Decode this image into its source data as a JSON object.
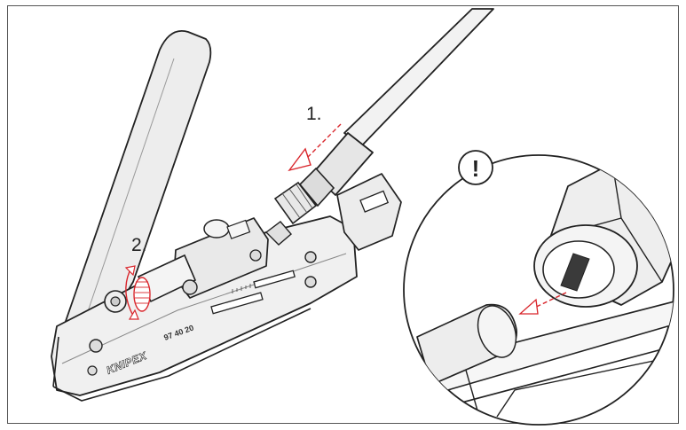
{
  "steps": {
    "step1": "1.",
    "step2": "2."
  },
  "tool": {
    "brand": "KNIPEX",
    "model": "97 40 20"
  },
  "warning_symbol": "!",
  "colors": {
    "line": "#222222",
    "body_fill": "#eeeeee",
    "arrow_red": "#d9262c",
    "dark_insert": "#3a3a3a"
  }
}
